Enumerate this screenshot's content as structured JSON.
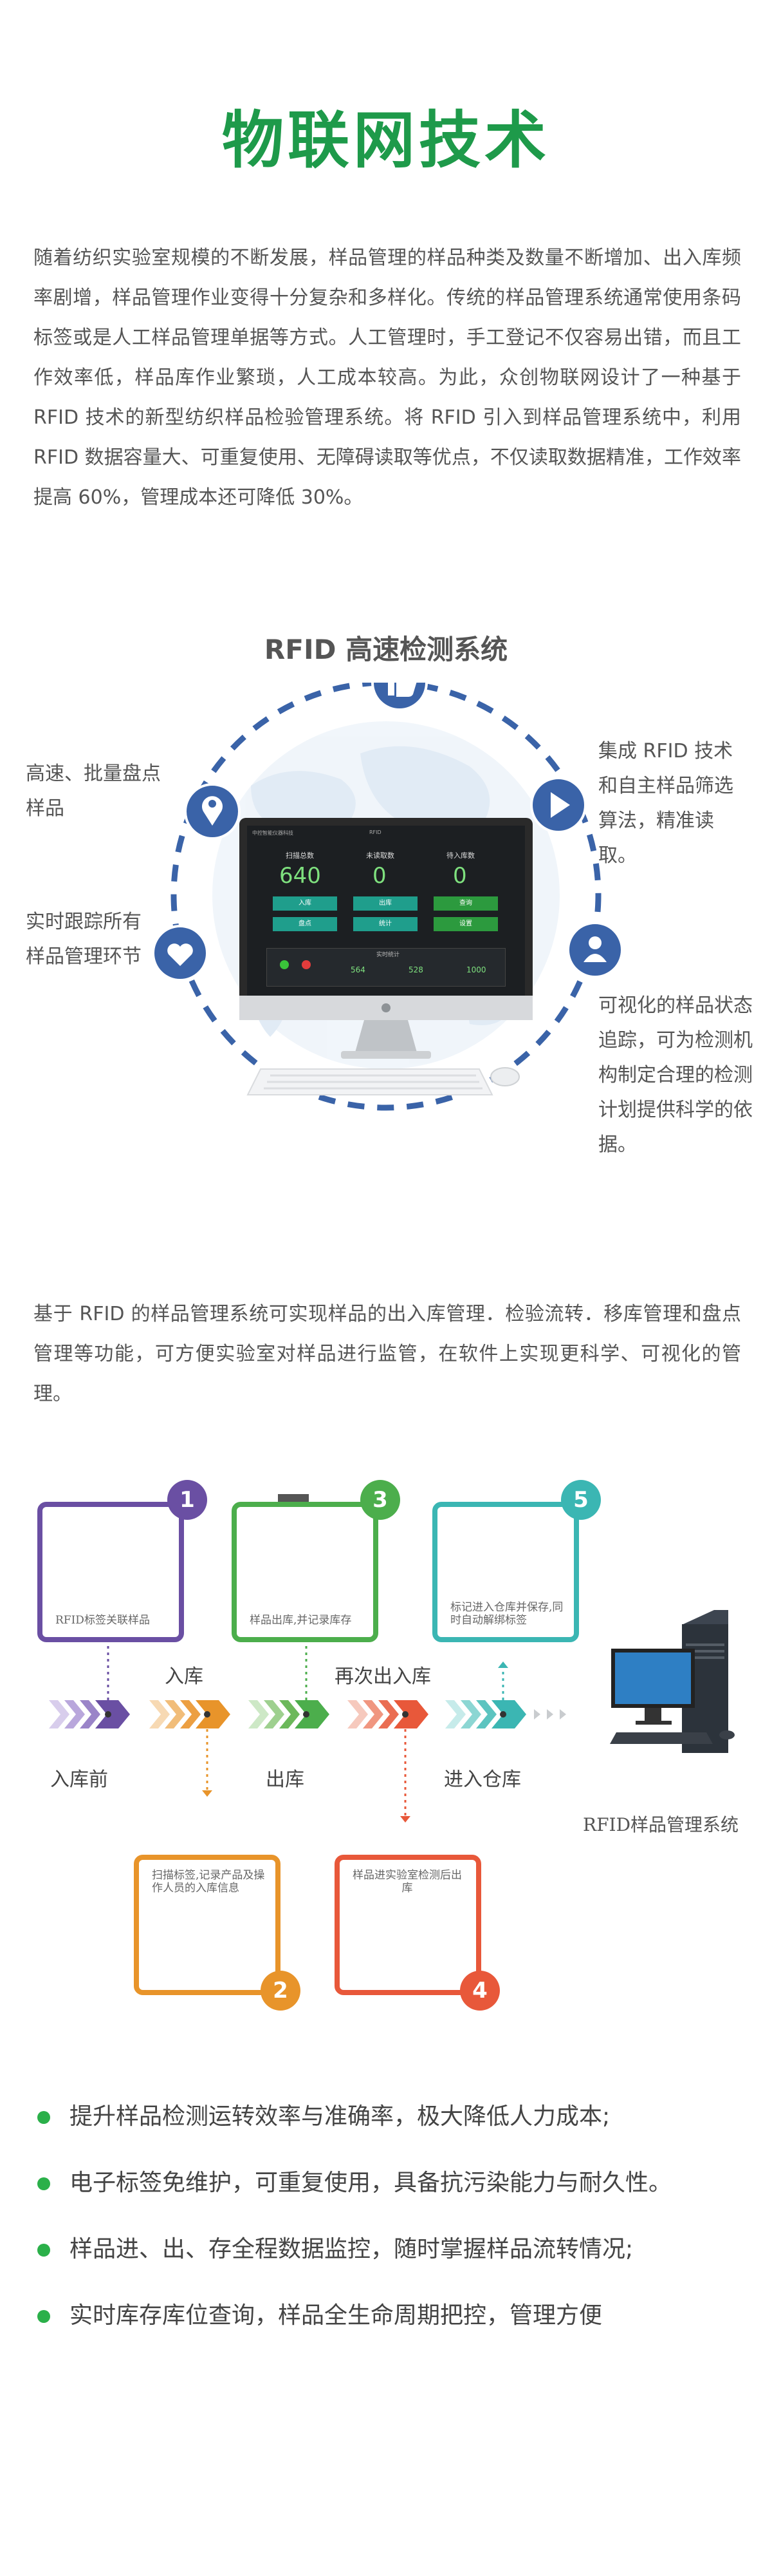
{
  "title": "物联网技术",
  "intro": "随着纺织实验室规模的不断发展，样品管理的样品种类及数量不断增加、出入库频率剧增，样品管理作业变得十分复杂和多样化。传统的样品管理系统通常使用条码标签或是人工样品管理单据等方式。人工管理时，手工登记不仅容易出错，而且工作效率低，样品库作业繁琐，人工成本较高。为此，众创物联网设计了一种基于 RFID 技术的新型纺织样品检验管理系统。将 RFID 引入到样品管理系统中，利用 RFID 数据容量大、可重复使用、无障碍读取等优点，不仅读取数据精准，工作效率提高 60%，管理成本还可降低 30%。",
  "rfid_section": {
    "title": "RFID 高速检测系统",
    "left_top": "高速、批量盘点样品",
    "left_bottom": "实时跟踪所有样品管理环节",
    "right_top": "集成 RFID 技术和自主样品筛选算法，精准读取。",
    "right_bottom": "可视化的样品状态追踪，可为检测机构制定合理的检测计划提供科学的依据。",
    "screen": {
      "header_left": "中控智能仪器科技",
      "header_mid": "RFID",
      "col1": "扫描总数",
      "col2": "未读取数",
      "col3": "待入库数",
      "big_number": "640",
      "zero1": "0",
      "zero2": "0",
      "btn1": "入库",
      "btn2": "出库",
      "btn3": "查询",
      "btn4": "盘点",
      "btn5": "统计",
      "btn6": "设置",
      "bottom_title": "实时统计",
      "stat1": "564",
      "stat2": "528",
      "stat3": "1000"
    }
  },
  "mid_para": "基于 RFID 的样品管理系统可实现样品的出入库管理．检验流转．移库管理和盘点管理等功能，可方便实验室对样品进行监管，在软件上实现更科学、可视化的管理。",
  "flow": {
    "cards": [
      {
        "num": "1",
        "caption": "RFID标签关联样品"
      },
      {
        "num": "2",
        "caption": "扫描标签,记录产品及操作人员的入库信息"
      },
      {
        "num": "3",
        "caption": "样品出库,并记录库存"
      },
      {
        "num": "4",
        "caption": "样品进实验室检测后出库"
      },
      {
        "num": "5",
        "caption": "标记进入仓库并保存,同时自动解绑标签"
      }
    ],
    "labels": {
      "before_in": "入库前",
      "in": "入库",
      "out": "出库",
      "re_out_in": "再次出入库",
      "into_warehouse": "进入仓库"
    },
    "system_label": "RFID样品管理系统"
  },
  "bullets": [
    "提升样品检测运转效率与准确率，极大降低人力成本;",
    "电子标签免维护，可重复使用，具备抗污染能力与耐久性。",
    "样品进、出、存全程数据监控，随时掌握样品流转情况;",
    "实时库存库位查询，样品全生命周期把控，管理方便"
  ],
  "colors": {
    "title_green": "#1e9a4a",
    "purple": "#6a4fa3",
    "green": "#4cae4c",
    "teal": "#3bb6b3",
    "orange": "#e8942a",
    "red": "#e8583a",
    "circle_blue": "#3a63a8"
  }
}
